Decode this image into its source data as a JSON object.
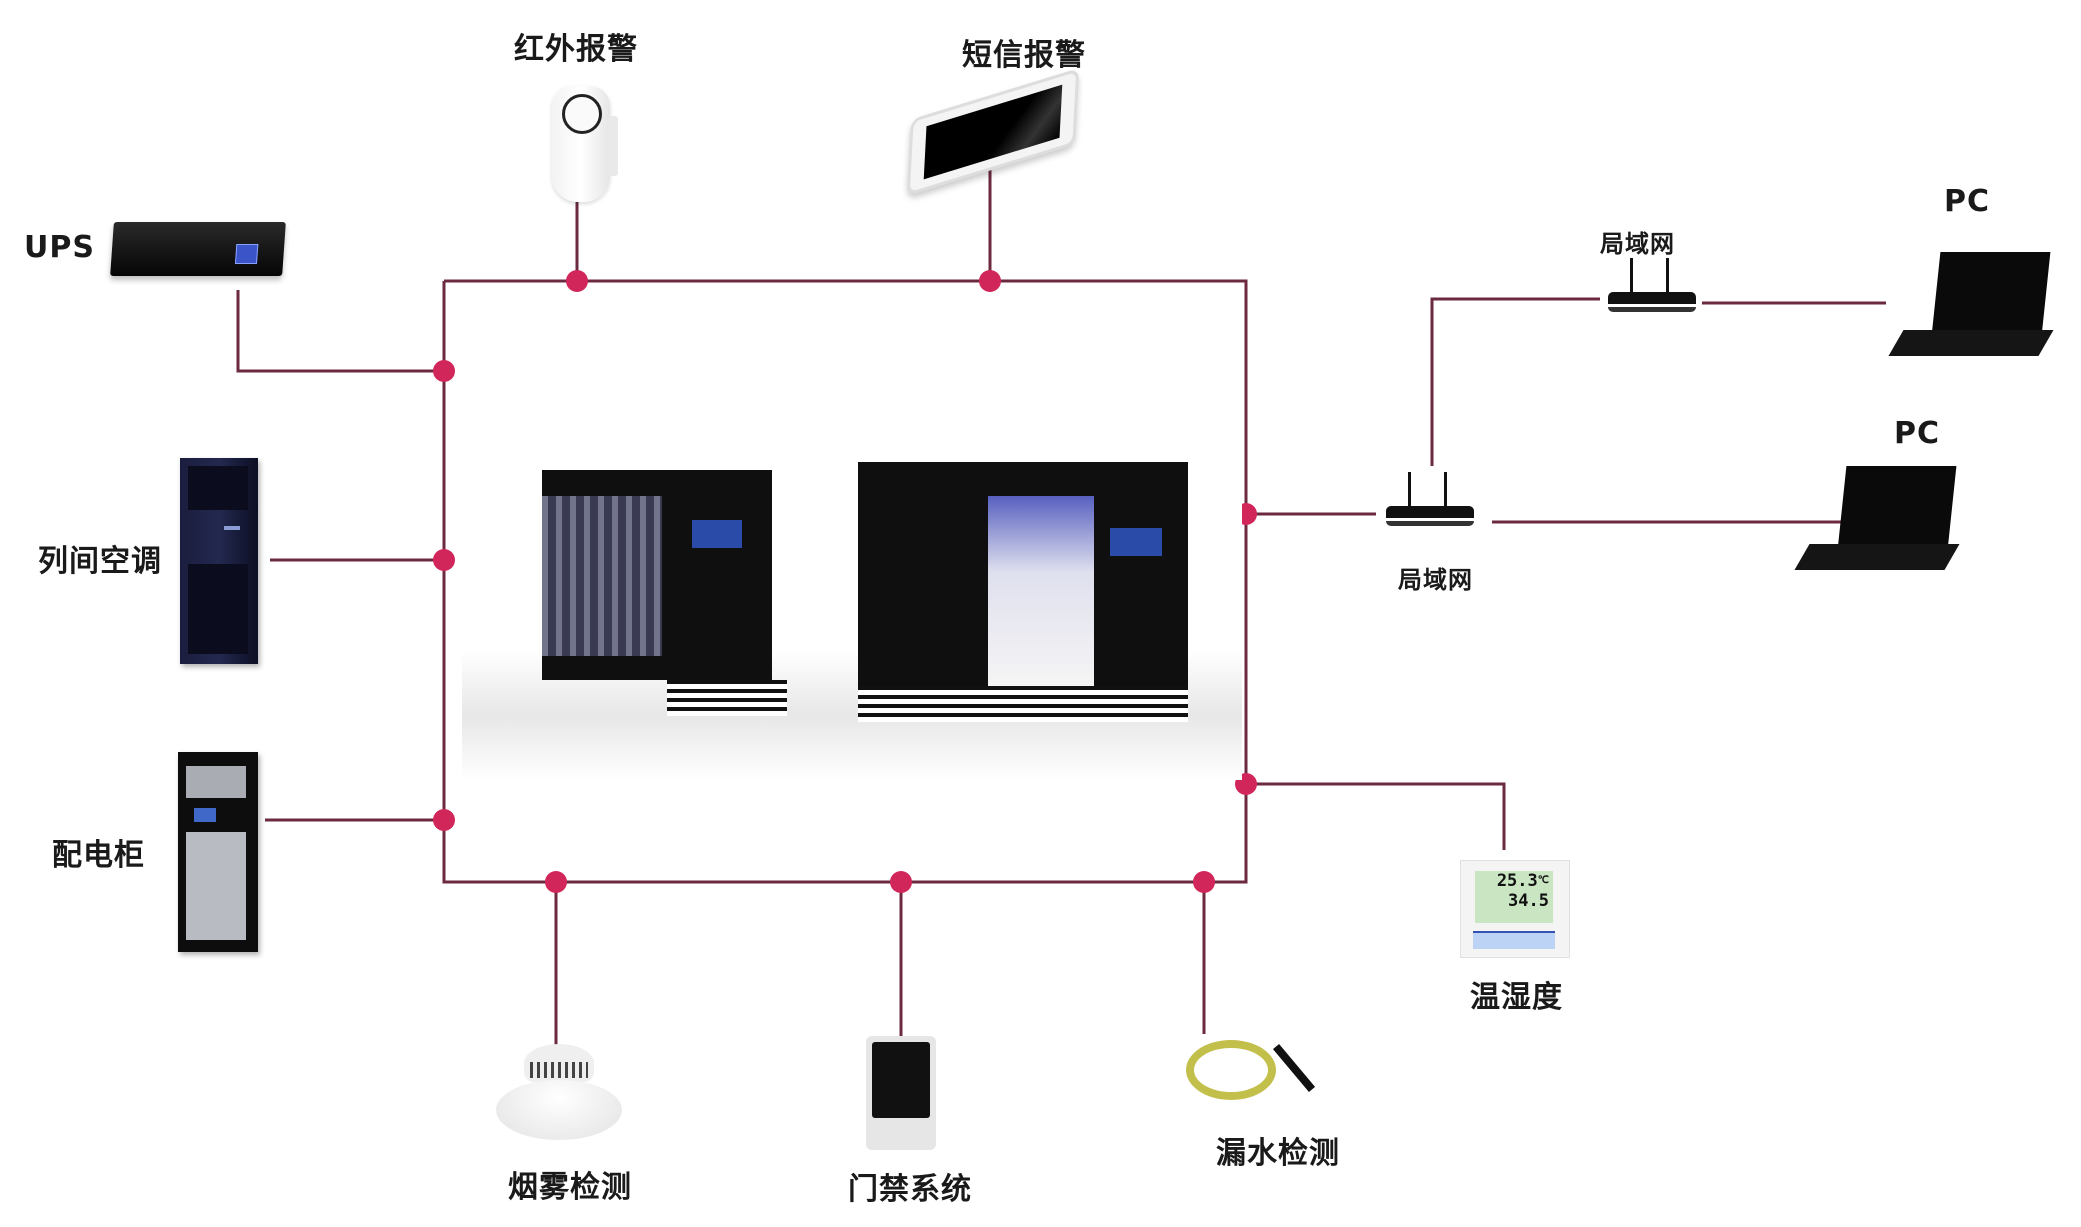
{
  "diagram": {
    "title": "",
    "line_color": "#6b2a3f",
    "node_color": "#d1265a",
    "devices": {
      "ups": {
        "label": "UPS",
        "icon": "ups-icon"
      },
      "ir_alarm": {
        "label": "红外报警",
        "icon": "infrared-sensor-icon"
      },
      "sms_alarm": {
        "label": "短信报警",
        "icon": "phone-icon"
      },
      "precision_ac": {
        "label": "列间空调",
        "icon": "air-conditioner-icon"
      },
      "power_cabinet": {
        "label": "配电柜",
        "icon": "distribution-cabinet-icon"
      },
      "data_center": {
        "label": "",
        "icon": "micro-module-datacenter-icon"
      },
      "lan_upper": {
        "label": "局域网",
        "icon": "router-icon"
      },
      "lan_lower": {
        "label": "局域网",
        "icon": "router-icon"
      },
      "pc_upper": {
        "label": "PC",
        "icon": "laptop-icon"
      },
      "pc_lower": {
        "label": "PC",
        "icon": "laptop-icon"
      },
      "temp_humidity": {
        "label": "温湿度",
        "icon": "thermo-hygrometer-icon",
        "temperature": "25.3",
        "humidity": "34.5",
        "temp_unit": "℃"
      },
      "smoke": {
        "label": "烟雾检测",
        "icon": "smoke-detector-icon"
      },
      "access_control": {
        "label": "门禁系统",
        "icon": "keypad-icon"
      },
      "water_leak": {
        "label": "漏水检测",
        "icon": "leak-sensor-cable-icon"
      }
    },
    "connections": [
      [
        "ups",
        "data_center"
      ],
      [
        "ir_alarm",
        "data_center"
      ],
      [
        "sms_alarm",
        "data_center"
      ],
      [
        "precision_ac",
        "data_center"
      ],
      [
        "power_cabinet",
        "data_center"
      ],
      [
        "lan_lower",
        "data_center"
      ],
      [
        "lan_lower",
        "lan_upper"
      ],
      [
        "lan_upper",
        "pc_upper"
      ],
      [
        "lan_lower",
        "pc_lower"
      ],
      [
        "temp_humidity",
        "data_center"
      ],
      [
        "smoke",
        "data_center"
      ],
      [
        "access_control",
        "data_center"
      ],
      [
        "water_leak",
        "data_center"
      ]
    ]
  }
}
